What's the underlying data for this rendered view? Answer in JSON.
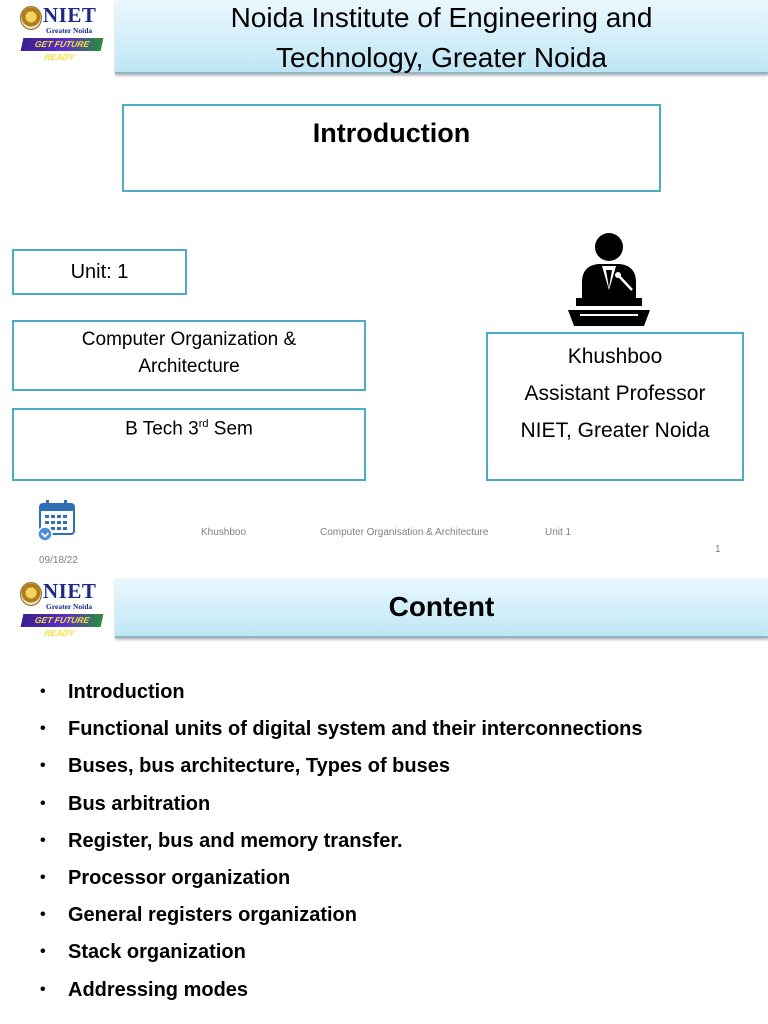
{
  "slide1": {
    "logo": {
      "name": "NIET",
      "subtitle": "Greater Noida",
      "tagline": "GET FUTURE READY"
    },
    "institute_title_line1": "Noida Institute of Engineering and",
    "institute_title_line2": "Technology, Greater Noida",
    "heading": "Introduction",
    "unit": "Unit: 1",
    "course_line1": "Computer Organization  &",
    "course_line2": "Architecture",
    "program_prefix": "B Tech 3",
    "program_sup": "rd",
    "program_suffix": " Sem",
    "presenter": {
      "name": "Khushboo",
      "designation": "Assistant Professor",
      "institution": "NIET, Greater Noida"
    },
    "footer": {
      "author": "Khushboo",
      "course": "Computer Organisation & Architecture",
      "unit": "Unit 1",
      "date": "09/18/22",
      "page": "1"
    },
    "icons": {
      "speaker": "speaker-podium-icon",
      "calendar": "calendar-icon"
    }
  },
  "slide2": {
    "logo": {
      "name": "NIET",
      "subtitle": "Greater Noida",
      "tagline": "GET FUTURE READY"
    },
    "title": "Content",
    "bullet_symbol": "•",
    "items": [
      "Introduction",
      "Functional units of digital system and their interconnections",
      "Buses, bus architecture, Types of buses",
      "Bus arbitration",
      "Register, bus and memory transfer.",
      "Processor organization",
      "General registers organization",
      "Stack organization",
      "Addressing modes"
    ]
  },
  "colors": {
    "title_bar": "#bfe6f5",
    "box_border": "#4bacc6",
    "logo_blue": "#1b2a8a",
    "footer_text": "#7f7f7f"
  }
}
